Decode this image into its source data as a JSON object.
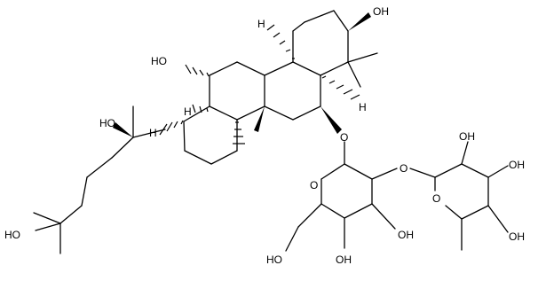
{
  "labels": {
    "oh_ring_a": "OH",
    "oh_c12": "HO",
    "oh_c20": "HO",
    "oh_c25": "HO",
    "h_c9": "H",
    "h_c5": "H",
    "h_c17": "H",
    "h_c13": "H",
    "o_glycosidic_c6": "O",
    "o_ring_glc": "O",
    "o_glycosidic_2": "O",
    "o_ring_rha": "O",
    "oh_rha_2": "OH",
    "oh_rha_3": "OH",
    "oh_rha_4": "OH",
    "oh_glc_3": "OH",
    "oh_glc_4": "OH",
    "oh_glc_6": "HO"
  }
}
